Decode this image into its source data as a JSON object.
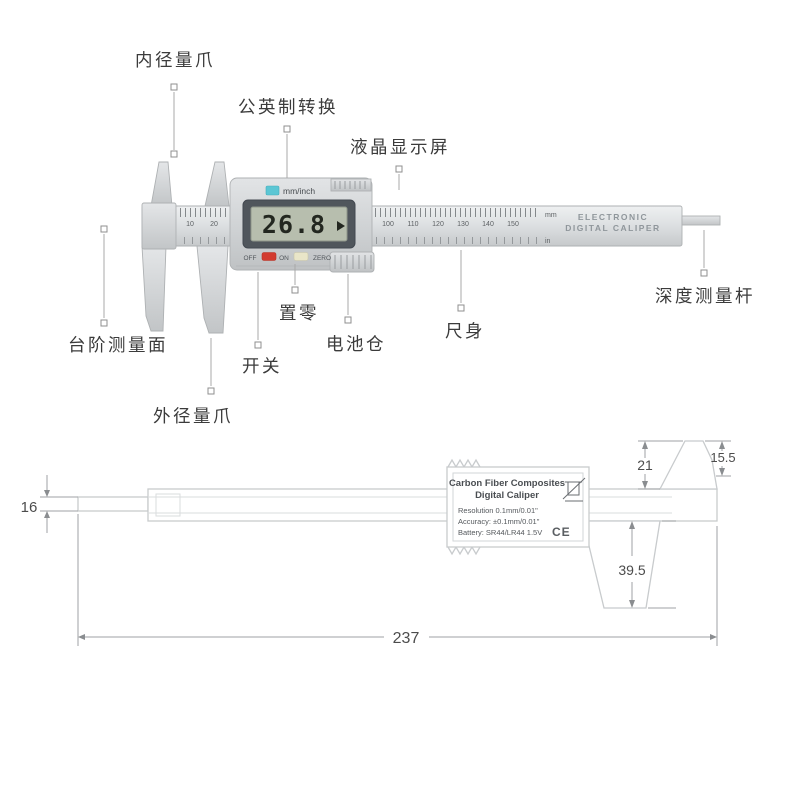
{
  "colors": {
    "accent_red": "#d23b2f",
    "accent_cyan": "#5bc6d4",
    "accent_cream": "#e9e5c8",
    "lcd_screen": "#b7beae",
    "body_gray": "#d5d8da",
    "drawing_gray": "#c8cbcd",
    "text_dark": "#3b3b3b"
  },
  "caliper": {
    "display_value": "26.8",
    "mm_inch": "mm/inch",
    "btn_off": "OFF",
    "btn_on": "ON",
    "btn_zero": "ZERO",
    "brand_line1": "ELECTRONIC",
    "brand_line2": "DIGITAL CALIPER",
    "unit_mm": "mm",
    "unit_in": "in",
    "scale_left": [
      "10",
      "20"
    ],
    "scale_right": [
      "100",
      "110",
      "120",
      "130",
      "140",
      "150"
    ]
  },
  "callouts": {
    "inside_jaws": "内径量爪",
    "unit_conversion": "公英制转换",
    "lcd_display": "液晶显示屏",
    "depth_rod": "深度测量杆",
    "step_face": "台阶测量面",
    "power_switch": "开关",
    "zero_set": "置零",
    "battery": "电池仓",
    "beam": "尺身",
    "outside_jaws": "外径量爪"
  },
  "drawing": {
    "label": {
      "line1": "Carbon Fiber Composites",
      "line2": "Digital Caliper",
      "line3": "Resolution 0.1mm/0.01\"",
      "line4": "Accuracy: ±0.1mm/0.01\"",
      "line5": "Battery: SR44/LR44 1.5V",
      "ce": "CE"
    },
    "dims": {
      "rod_height": "16",
      "jaw_height": "21",
      "jaw_tip": "15.5",
      "jaw_depth": "39.5",
      "total_length": "237"
    }
  }
}
